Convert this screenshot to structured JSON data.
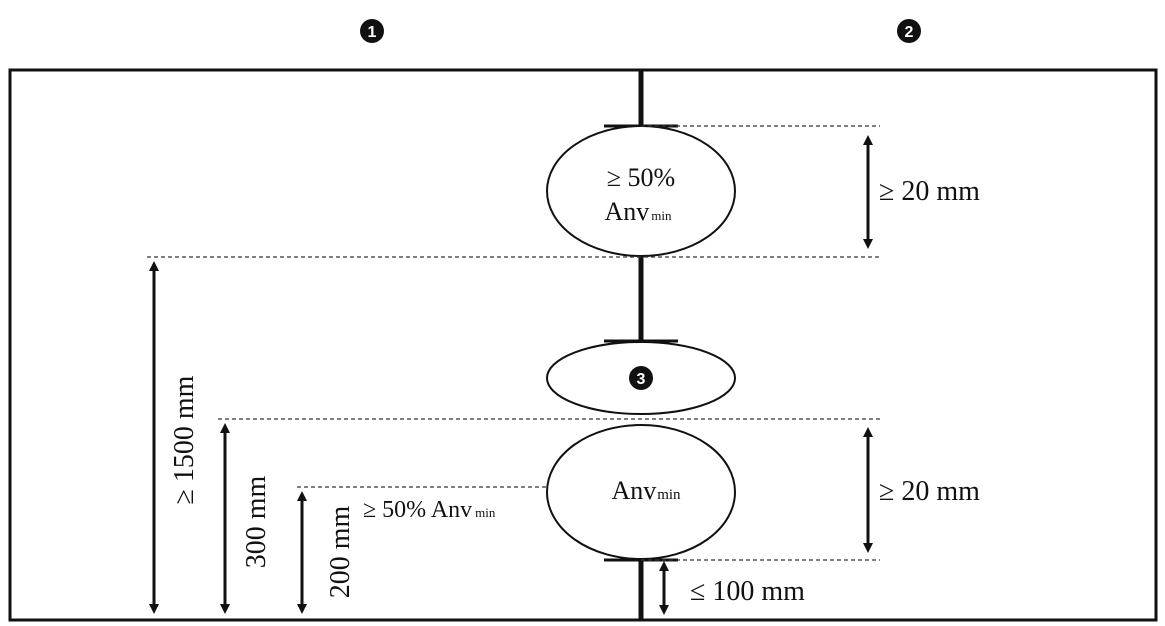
{
  "markers": {
    "m1": "1",
    "m2": "2",
    "m3": "3"
  },
  "top_opening": {
    "line1": "≥ 50%",
    "line2_main": "Anv",
    "line2_sub": "min"
  },
  "bottom_opening": {
    "main": "Anv",
    "sub": "min"
  },
  "left_note": {
    "main": "≥ 50% Anv",
    "sub": "min"
  },
  "dims": {
    "top_right": "≥ 20 mm",
    "bottom_right": "≥ 20 mm",
    "bottom_gap": "≤ 100 mm",
    "height_1500": "≥ 1500 mm",
    "height_300": "300 mm",
    "height_200": "200 mm"
  },
  "colors": {
    "line": "#111111",
    "dashed": "#333333",
    "badge": "#111111"
  }
}
